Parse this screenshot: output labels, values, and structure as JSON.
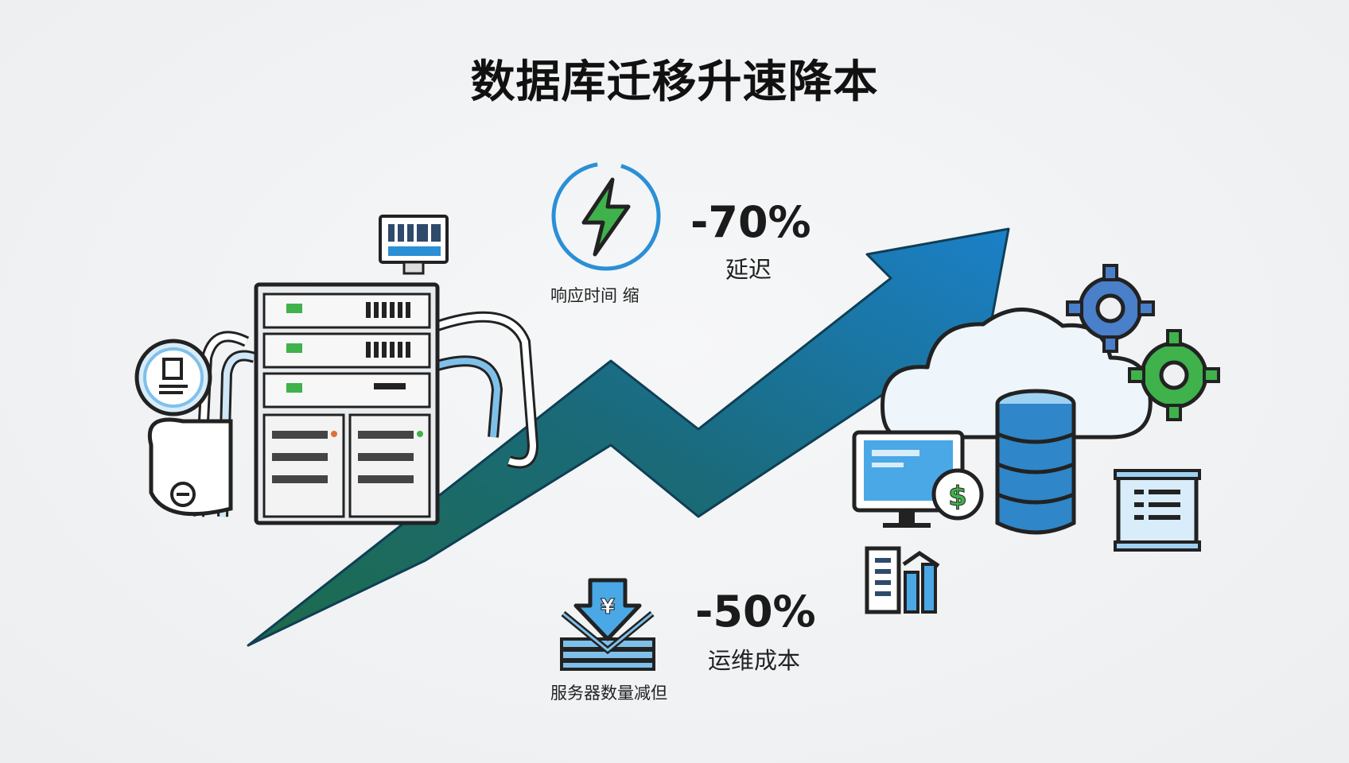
{
  "title": "数据库迁移升速降本",
  "latency": {
    "value": "-70%",
    "label": "延迟",
    "caption": "响应时间 缩"
  },
  "cost": {
    "value": "-50%",
    "label": "运维成本",
    "caption": "服务器数量减但"
  },
  "icons": {
    "left": "server-rack-icon",
    "latency": "lightning-icon",
    "cost": "yen-down-icon",
    "arrow": "growth-arrow",
    "right": "cloud-database-icon"
  },
  "colors": {
    "arrow_start": "#1f6e4f",
    "arrow_end": "#1f7fc6",
    "accent_blue": "#2b8fd6",
    "accent_green": "#3fb24b"
  }
}
